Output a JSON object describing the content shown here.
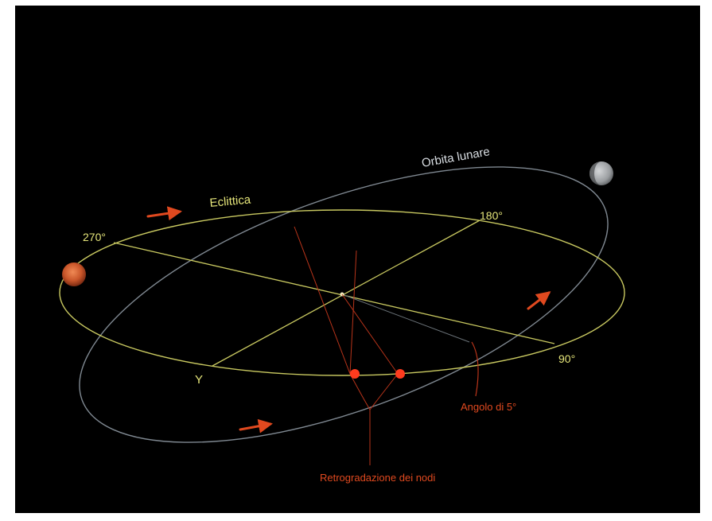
{
  "labels": {
    "lunar_orbit": "Orbita lunare",
    "ecliptic": "Eclittica",
    "deg_270": "270°",
    "deg_180": "180°",
    "deg_90": "90°",
    "aries": "Y",
    "angle": "Angolo di 5°",
    "node_regression": "Retrogradazione dei nodi"
  },
  "colors": {
    "background": "#000000",
    "frame": "#ffffff",
    "ecliptic": "#c8c860",
    "ecliptic_text": "#e6e67a",
    "lunar_orbit": "#7f8891",
    "lunar_orbit_text": "#d8dde2",
    "annotation": "#e0491f",
    "node": "#ff3b1e",
    "sun": "#c9562a",
    "moon": "#a9acaf"
  }
}
